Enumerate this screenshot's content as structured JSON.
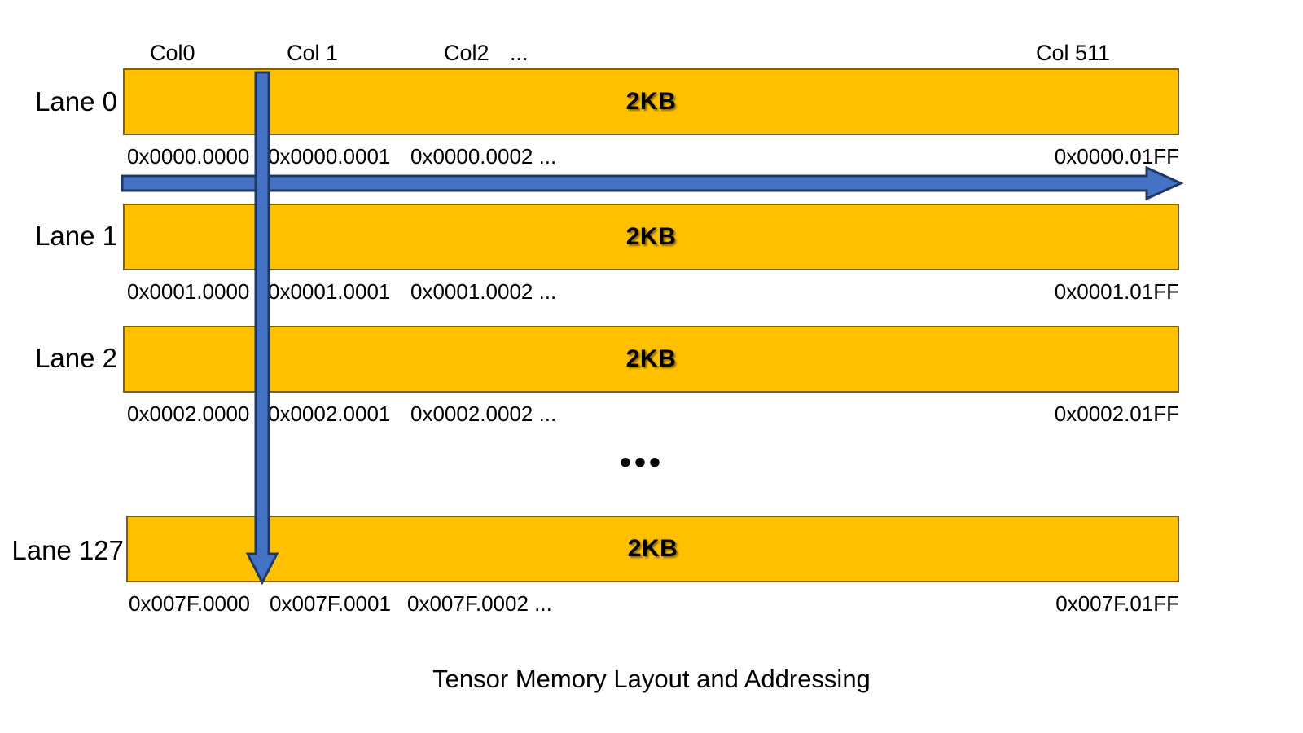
{
  "figure": {
    "caption": "Tensor Memory Layout and Addressing",
    "vertical_ellipsis": "•••",
    "colors": {
      "bar_fill": "#FFC000",
      "bar_border": "#806000",
      "arrow_fill": "#4472C4",
      "arrow_border": "#1F3864",
      "text": "#000000",
      "background": "#FFFFFF"
    }
  },
  "column_headers": [
    {
      "label": "Col0"
    },
    {
      "label": "Col 1"
    },
    {
      "label": "Col2"
    },
    {
      "label": "..."
    },
    {
      "label": "Col 511"
    }
  ],
  "lanes": [
    {
      "lane_label": "Lane 0",
      "size_label": "2KB",
      "addresses": {
        "col0": "0x0000.0000",
        "col1": "0x0000.0001",
        "col2": "0x0000.0002 ...",
        "col511": "0x0000.01FF"
      }
    },
    {
      "lane_label": "Lane 1",
      "size_label": "2KB",
      "addresses": {
        "col0": "0x0001.0000",
        "col1": "0x0001.0001",
        "col2": "0x0001.0002 ...",
        "col511": "0x0001.01FF"
      }
    },
    {
      "lane_label": "Lane 2",
      "size_label": "2KB",
      "addresses": {
        "col0": "0x0002.0000",
        "col1": "0x0002.0001",
        "col2": "0x0002.0002 ...",
        "col511": "0x0002.01FF"
      }
    },
    {
      "lane_label": "Lane 127",
      "size_label": "2KB",
      "addresses": {
        "col0": "0x007F.0000",
        "col1": "0x007F.0001",
        "col2": "0x007F.0002 ...",
        "col511": "0x007F.01FF"
      }
    }
  ]
}
